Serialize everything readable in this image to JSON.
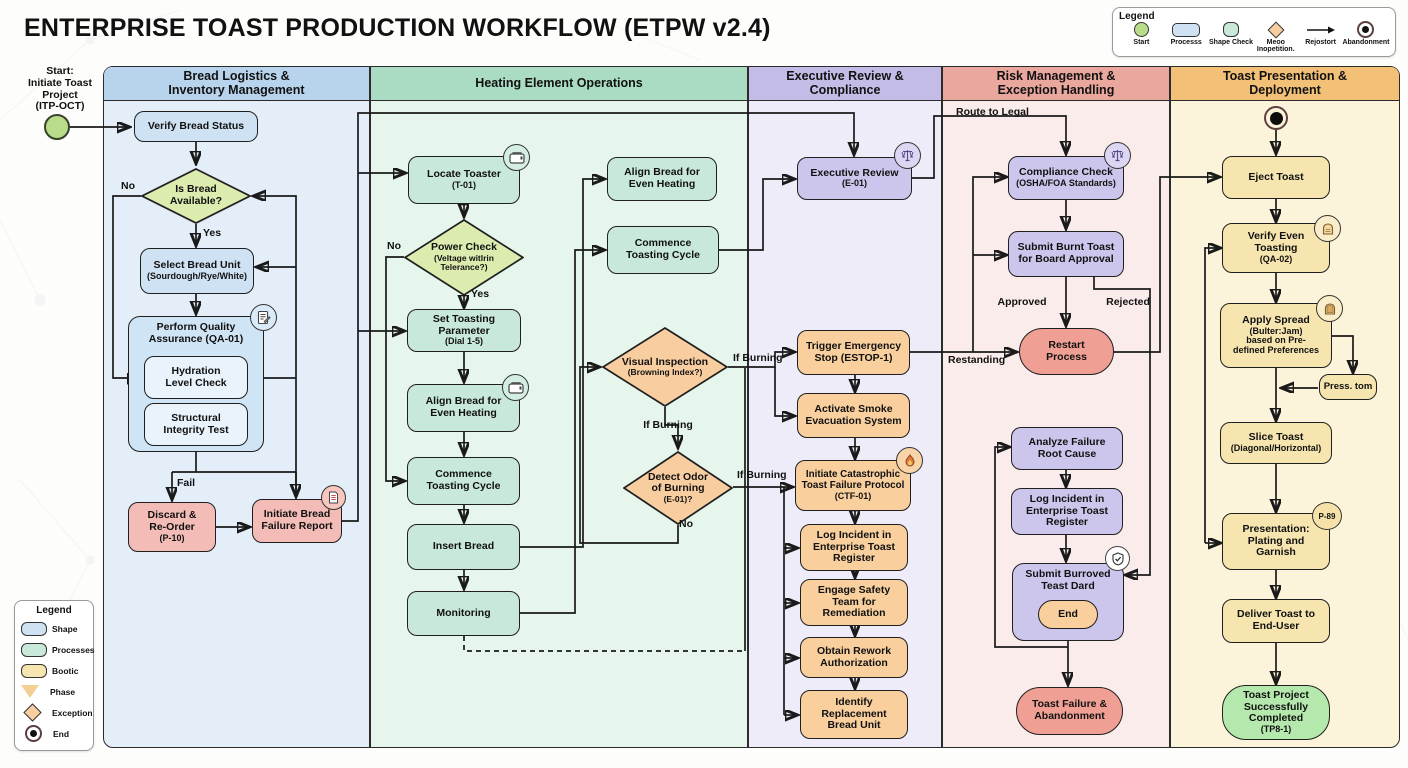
{
  "title": "ENTERPRISE TOAST PRODUCTION WORKFLOW (ETPW v2.4)",
  "start_annotation": "Start:\nInitiate Toast\nProject\n(ITP-OCT)",
  "palette": {
    "lane1_header": "#b8d4ec",
    "lane1_body": "#e3eef9",
    "lane2_header": "#a9dcc3",
    "lane2_body": "#e6f6ec",
    "lane3_header": "#c3bce6",
    "lane3_body": "#efecf9",
    "lane4_header": "#e9a79d",
    "lane4_body": "#faeceb",
    "lane5_header": "#f2c077",
    "lane5_body": "#fcf4da",
    "process_blue": "#cfe2f3",
    "process_teal": "#c8e9da",
    "process_purple": "#cdc6ec",
    "process_orange": "#f8cf9d",
    "process_yellow": "#f6e5af",
    "decision_green": "#dcebae",
    "decision_orange": "#f8cda0",
    "alert_pink": "#f3bcb6",
    "alert_salmon": "#ef9f94",
    "success_green": "#b5e8ac",
    "line": "#1a1a1a"
  },
  "legend_top": {
    "title": "Legend",
    "items": [
      "Start",
      "Processs",
      "Shape Check",
      "Meoo Inopetition.",
      "Rejostort",
      "Abandonment"
    ],
    "icons": [
      "start-circle",
      "process-rect",
      "shape-check-node",
      "exception-diamond",
      "arrow",
      "end-circle"
    ]
  },
  "legend_bottom": {
    "title": "Legend",
    "items": [
      "Shape",
      "Processes",
      "Bootic",
      "Phase",
      "Exception",
      "End"
    ],
    "icons": [
      "blue-stadium",
      "teal-stadium",
      "yellow-stadium",
      "triangle",
      "diamond",
      "end-circle"
    ]
  },
  "lanes": [
    {
      "title": "Bread Logistics &\nInventory Management"
    },
    {
      "title": "Heating Element Operations"
    },
    {
      "title": "Executive Review &\nCompliance"
    },
    {
      "title": "Risk Management &\nException Handling"
    },
    {
      "title": "Toast Presentation &\nDeployment"
    }
  ],
  "nodes": {
    "verify_bread": {
      "label": "Verify Bread Status"
    },
    "is_bread": {
      "label": "Is Bread\nAvailable?"
    },
    "select_bread": {
      "label": "Select Bread Unit",
      "sub": "(Sourdough/Rye/White)"
    },
    "qa": {
      "label": "Perform Quality\nAssurance (QA-01)",
      "icon": "memo-icon"
    },
    "hydration": {
      "label": "Hydration\nLevel Check"
    },
    "structural": {
      "label": "Structural\nIntegrity Test"
    },
    "discard": {
      "label": "Discard &\nRe-Order",
      "sub": "(P-10)"
    },
    "bfr": {
      "label": "Initiate Bread\nFailure Report",
      "icon": "document-icon"
    },
    "locate": {
      "label": "Locate Toaster",
      "sub": "(T-01)",
      "icon": "toaster-icon"
    },
    "power": {
      "label": "Power Check",
      "sub": "(Veltage witlrin\nTelerance?)"
    },
    "set_toasting": {
      "label": "Set Toasting Parameter",
      "sub": "(Dial 1-5)"
    },
    "align1": {
      "label": "Align Bread for\nEven Heating",
      "icon": "toaster-icon"
    },
    "commence1": {
      "label": "Commence\nToasting Cycle"
    },
    "insert": {
      "label": "Insert Bread"
    },
    "monitoring": {
      "label": "Monitoring"
    },
    "align2": {
      "label": "Align Bread for\nEven Heating"
    },
    "commence2": {
      "label": "Commence\nToasting Cycle"
    },
    "visual": {
      "label": "Visual Inspection",
      "sub": "(Browning Index?)"
    },
    "detect": {
      "label": "Detect Odor\nof Burning",
      "sub": "(E-01)?"
    },
    "exec": {
      "label": "Executive Review",
      "sub": "(E-01)",
      "icon": "scales-icon"
    },
    "trigger": {
      "label": "Trigger Emergency\nStop (ESTOP-1)"
    },
    "activate": {
      "label": "Activate Smoke\nEvacuation System"
    },
    "ctf": {
      "label": "Initiate Catastrophic\nToast Failure Protocol",
      "sub": "(CTF-01)",
      "icon": "fire-icon"
    },
    "log3": {
      "label": "Log Incident in\nEnterprise Toast\nRegister"
    },
    "engage": {
      "label": "Engage Safety\nTeam for\nRemediation"
    },
    "obtain": {
      "label": "Obtain Rework\nAuthorization"
    },
    "identify": {
      "label": "Identify\nReplacement\nBread Unit"
    },
    "compliance": {
      "label": "Compliance Check",
      "sub": "(OSHA/FOA Standards)",
      "icon": "scales-icon"
    },
    "submit_burnt": {
      "label": "Submit Burnt Toast\nfor Board Approval"
    },
    "restart": {
      "label": "Restart\nProcess"
    },
    "analyze": {
      "label": "Analyze Failure\nRoot Cause"
    },
    "log4": {
      "label": "Log Incident in\nEnterprise Toast\nRegister"
    },
    "submit_burroved": {
      "label": "Submit Burroved\nTeast Dard",
      "icon": "shield-check-icon"
    },
    "end": {
      "label": "End"
    },
    "toast_failure": {
      "label": "Toast Failure &\nAbandonment"
    },
    "eject": {
      "label": "Eject Toast"
    },
    "verify_even": {
      "label": "Verify Even\nToasting",
      "sub": "(QA-02)",
      "icon": "toast-icon"
    },
    "apply": {
      "label": "Apply Spread",
      "sub": "(Bulter:Jam)\nbased on Pre-\ndefined Preferences",
      "icon": "toast-spread-icon"
    },
    "press": {
      "label": "Press. tom"
    },
    "slice": {
      "label": "Slice Toast",
      "sub": "(Diagonal/Horizontal)"
    },
    "presentation": {
      "label": "Presentation:\nPlating and\nGarnish",
      "badge": "P-89"
    },
    "deliver": {
      "label": "Deliver Toast to\nEnd-User"
    },
    "completed": {
      "label": "Toast Project\nSuccessfully\nCompleted",
      "sub": "(TP8-1)"
    }
  },
  "edge_labels": {
    "no1": "No",
    "yes1": "Yes",
    "fail": "Fail",
    "no2": "No",
    "yes2": "Yes",
    "if_burning_1": "If Burning",
    "if_burning_2": "If Burning",
    "if_burning_3": "If Burning",
    "no3": "No",
    "route_to_legal": "Route to Legal",
    "approved": "Approved",
    "rejected": "Rejected",
    "restanding": "Restanding"
  }
}
